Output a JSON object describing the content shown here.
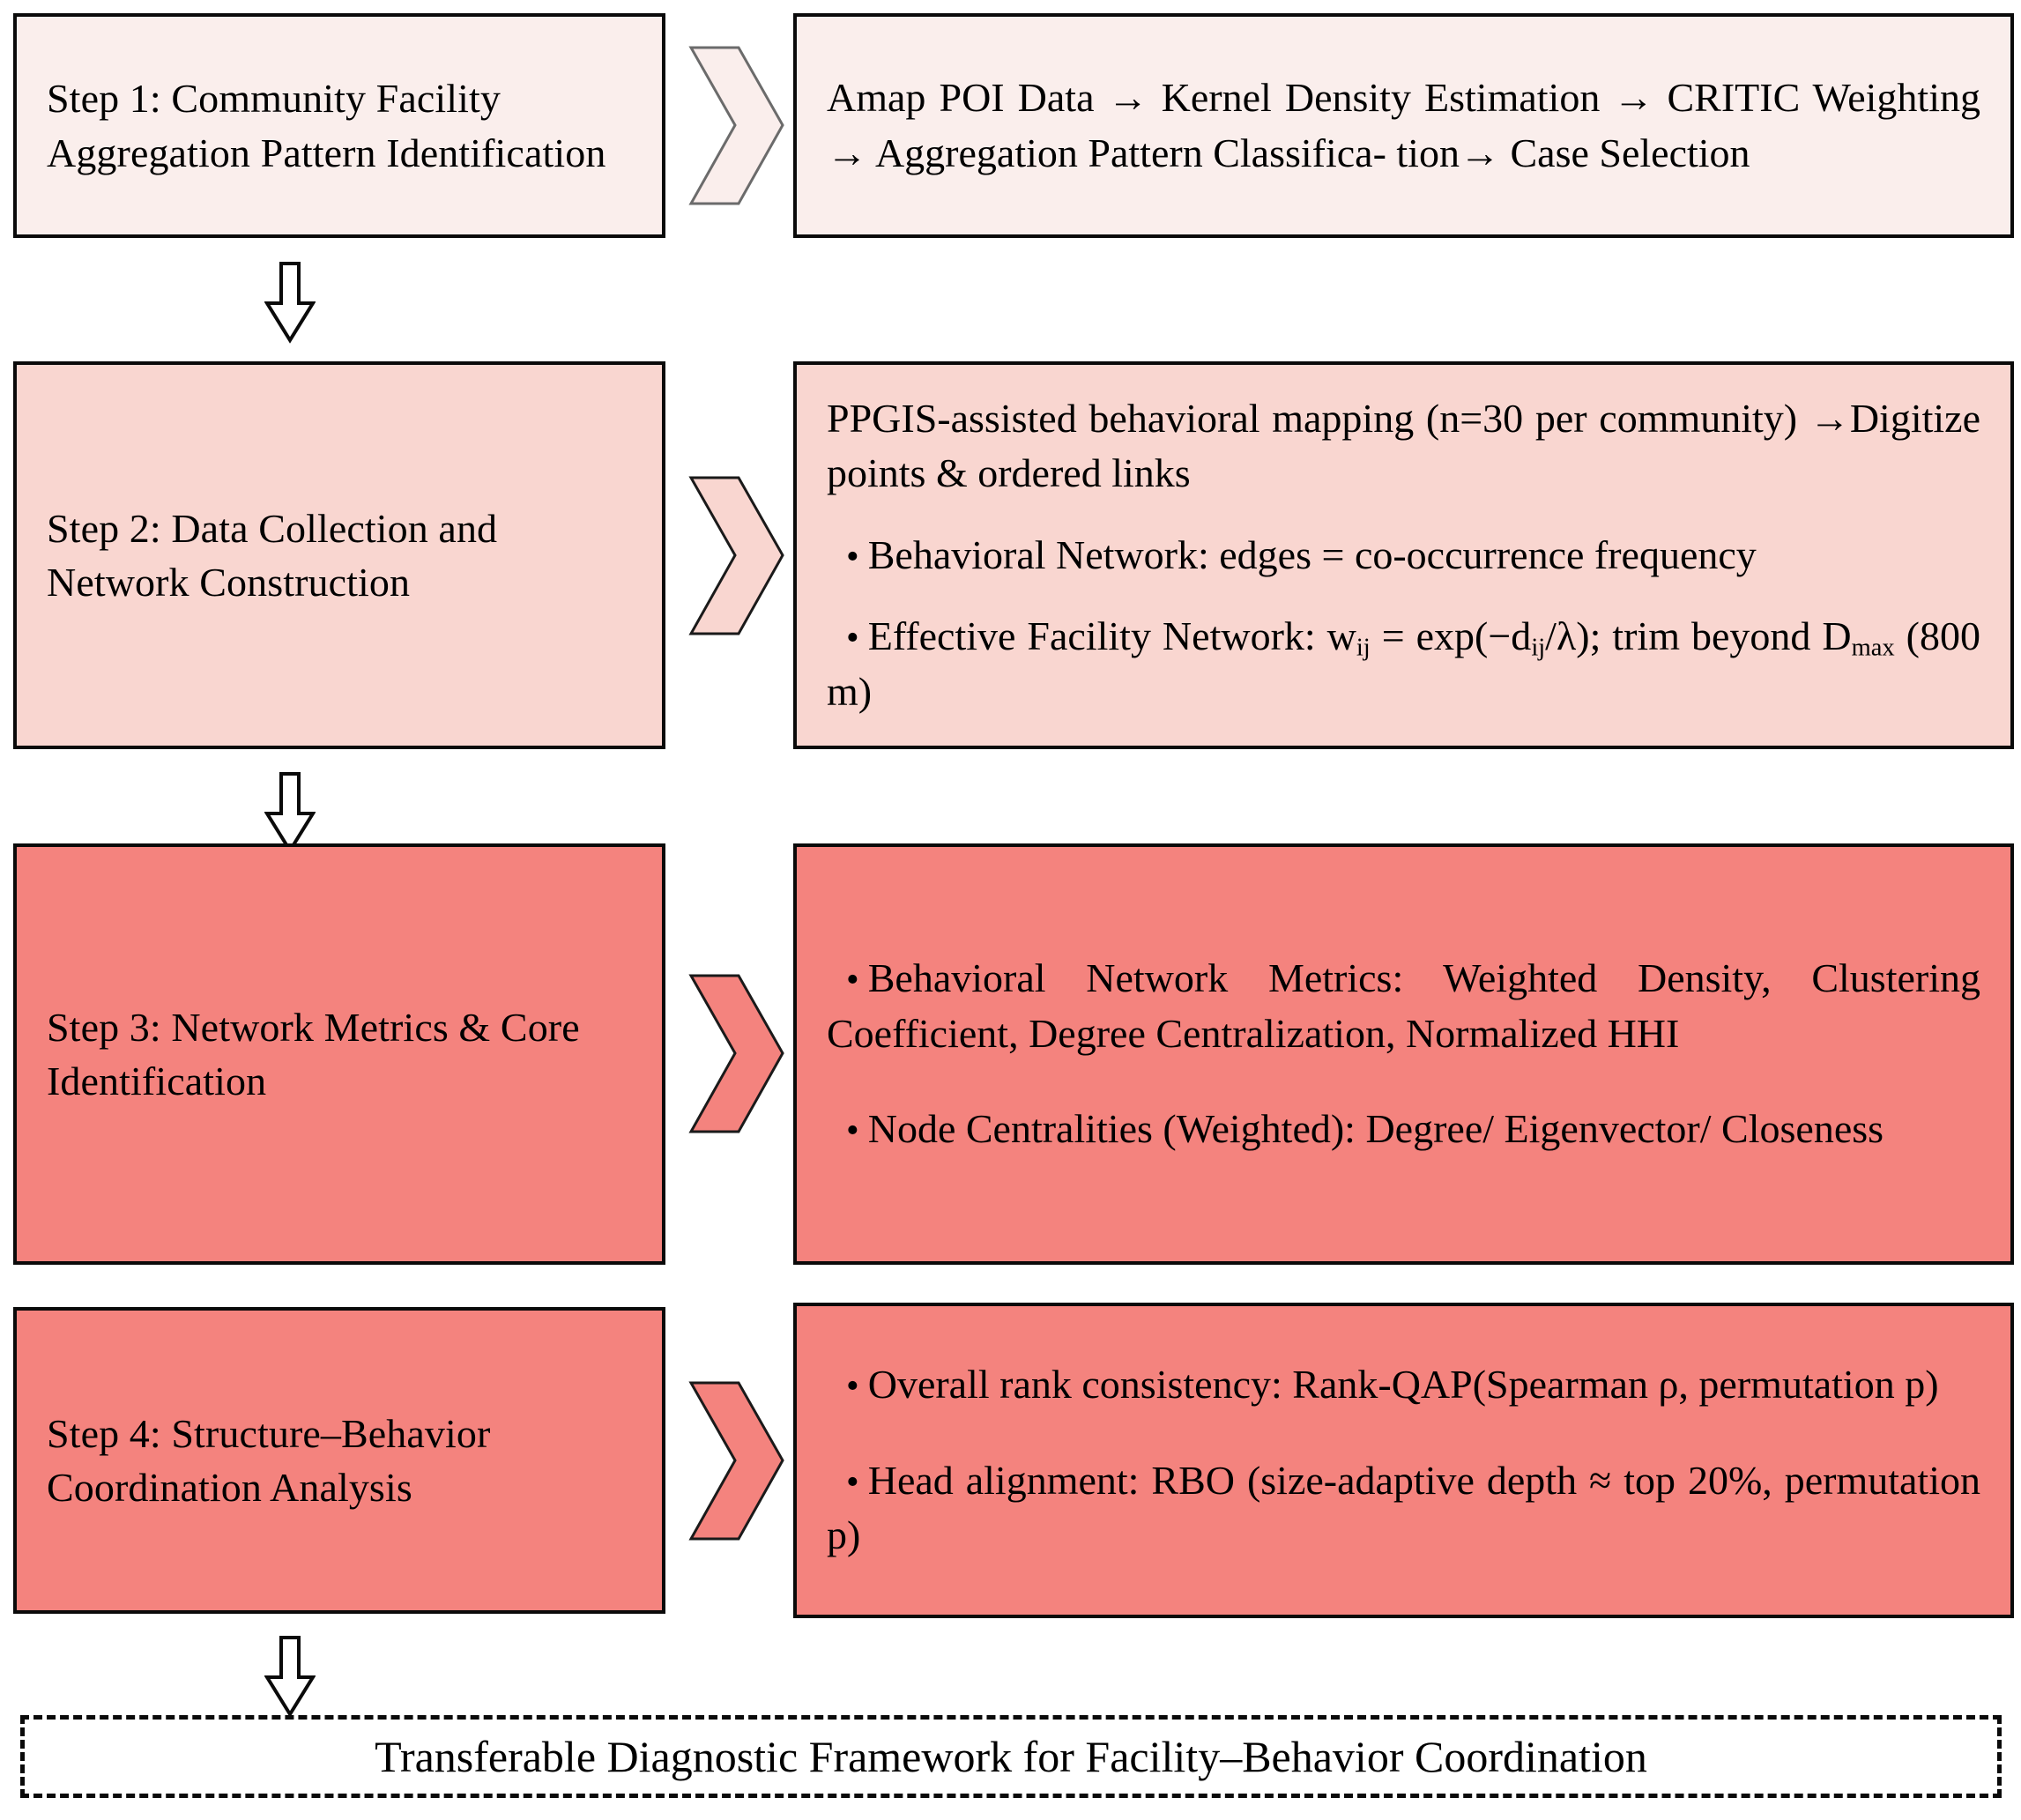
{
  "diagram": {
    "title": "Methodological framework flowchart",
    "colors": {
      "tone_step1": "#faeeec",
      "tone_step2": "#f9d6d0",
      "tone_step34": "#f4837e",
      "outline": "#0a0a0a",
      "page_background": "#ffffff"
    },
    "rows": [
      {
        "id": "step-1",
        "tone": "tone_step1",
        "step_label": "Step 1: Community Facility Aggregation Pattern Identification",
        "connector_icon": "chevron-right-icon",
        "detail_paragraph": "Amap POI Data → Kernel Density Estimation → CRITIC Weighting → Aggregation Pattern Classification→ Case Selection",
        "detail_bullets": []
      },
      {
        "id": "step-2",
        "tone": "tone_step2",
        "step_label": "Step 2: Data Collection and Network Construction",
        "connector_icon": "chevron-right-icon",
        "detail_paragraph": "PPGIS-assisted behavioral mapping (n=30 per community) →Digitize points & ordered links",
        "detail_bullets": [
          "Behavioral Network: edges = co-occurrence frequency",
          "Effective Facility Network: w_ij = exp(−d_ij/λ); trim beyond D_max (800 m)"
        ]
      },
      {
        "id": "step-3",
        "tone": "tone_step34",
        "step_label": "Step 3: Network Metrics & Core Identification",
        "connector_icon": "chevron-right-icon",
        "detail_paragraph": "",
        "detail_bullets": [
          "Behavioral Network Metrics: Weighted Density, Clustering Coefficient, Degree Centralization, Normalized HHI",
          "Node Centralities (Weighted): Degree/ Eigenvector/ Closeness"
        ]
      },
      {
        "id": "step-4",
        "tone": "tone_step34",
        "step_label": "Step 4: Structure–Behavior Coordination Analysis",
        "connector_icon": "chevron-right-icon",
        "detail_paragraph": "",
        "detail_bullets": [
          "Overall rank consistency: Rank-QAP(Spearman ρ, permutation p)",
          "Head alignment: RBO (size-adaptive depth ≈ top 20%, permutation p)"
        ]
      }
    ],
    "flow_arrows": [
      {
        "id": "arrow-step1-to-step2",
        "icon": "arrow-down-icon"
      },
      {
        "id": "arrow-step2-to-step3",
        "icon": "arrow-down-icon"
      },
      {
        "id": "arrow-step4-to-result",
        "icon": "arrow-down-icon"
      }
    ],
    "result": {
      "id": "result-framework",
      "text": "Transferable Diagnostic Framework for Facility–Behavior Coordination"
    },
    "step1_detail_lines": {
      "line1": "Amap POI Data → Kernel Density Estimation →",
      "line2": "CRITIC Weighting → Aggregation Pattern Classifica-",
      "line3": "tion→ Case Selection"
    },
    "step2_detail": {
      "intro": "PPGIS-assisted behavioral mapping (n=30 per community) →Digitize points & ordered links",
      "bullet1": "Behavioral Network: edges = co-occurrence frequency",
      "bullet2_pre": "Effective Facility Network: w",
      "bullet2_sub1": "ij",
      "bullet2_mid": " = exp(−d",
      "bullet2_sub2": "ij",
      "bullet2_post": "/λ); trim beyond D",
      "bullet2_sub3": "max",
      "bullet2_end": " (800 m)"
    },
    "step3_detail": {
      "bullet1": "Behavioral Network Metrics: Weighted Density, Clustering Coefficient, Degree Centralization, Normalized HHI",
      "bullet2": "Node Centralities (Weighted): Degree/ Eigenvector/ Closeness"
    },
    "step4_detail": {
      "bullet1": "Overall rank consistency: Rank-QAP(Spearman ρ, permutation p)",
      "bullet2": "Head alignment: RBO (size-adaptive depth ≈ top 20%, permutation p)"
    },
    "bullet_glyph": "•"
  }
}
